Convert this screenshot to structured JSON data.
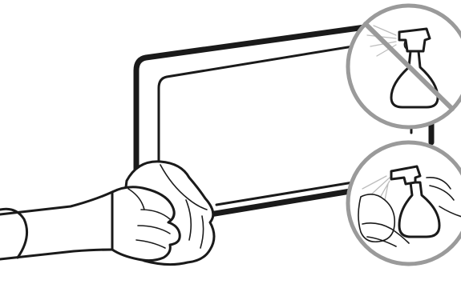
{
  "scene": {
    "subject": "wiping-monitor-screen-with-cloth",
    "panels": [
      {
        "id": "top",
        "mark": "prohibited",
        "icon": "spray-bottle-icon"
      },
      {
        "id": "bottom",
        "mark": "allowed",
        "icon": "spray-onto-cloth-icon"
      }
    ]
  },
  "colors": {
    "ink": "#1a1a1a",
    "ring": "#9a9a9a",
    "spray": "#bdbdbd",
    "background": "#ffffff"
  }
}
